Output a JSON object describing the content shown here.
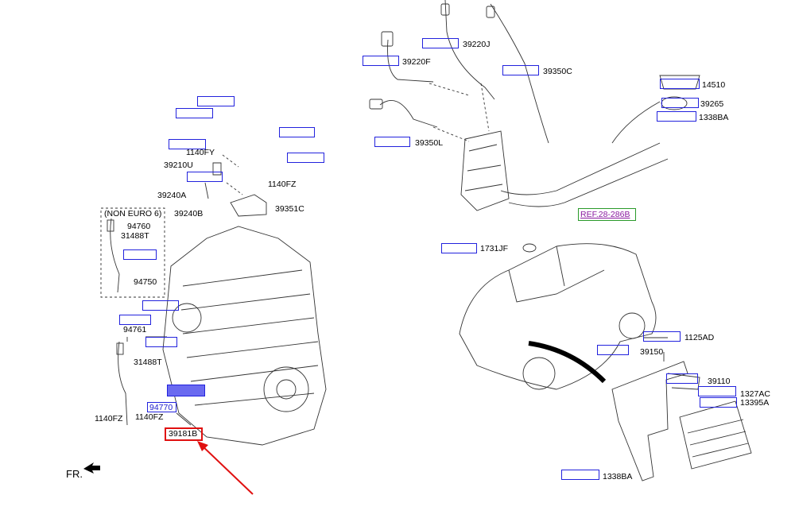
{
  "labels": {
    "p39220J": "39220J",
    "p39220F": "39220F",
    "p39350C": "39350C",
    "p39350L": "39350L",
    "p14510": "14510",
    "p39265": "39265",
    "p1338BA_top": "1338BA",
    "p1140FY": "1140FY",
    "p39210U": "39210U",
    "p1140FZ_top": "1140FZ",
    "p39240A": "39240A",
    "p39240B": "39240B",
    "p39351C": "39351C",
    "non_euro": "(NON EURO 6)",
    "p94760": "94760",
    "p31488T_a": "31488T",
    "p94750": "94750",
    "p94761": "94761",
    "p31488T_b": "31488T",
    "p94770": "94770",
    "p1140FZ_a": "1140FZ",
    "p1140FZ_b": "1140FZ",
    "p39181B": "39181B",
    "fr": "FR.",
    "ref": "REF.28-286B",
    "p1731JF": "1731JF",
    "p1125AD": "1125AD",
    "p39150": "39150",
    "p39110": "39110",
    "p1327AC": "1327AC",
    "p13395A": "13395A",
    "p1338BA_bot": "1338BA"
  },
  "colors": {
    "hotspot_border": "#2222dd",
    "hotspot_fill": "#6a6af0",
    "highlight": "#e01010",
    "ref_text": "#8a1aa0",
    "ref_border": "#2a9a2a"
  }
}
